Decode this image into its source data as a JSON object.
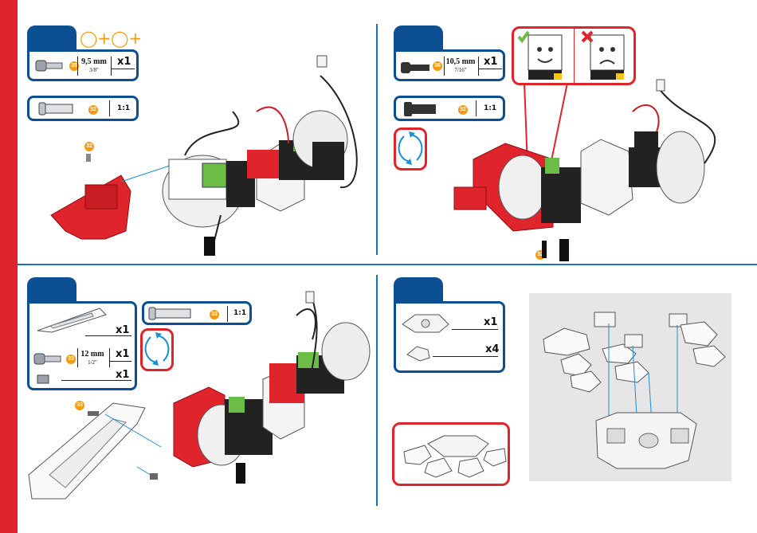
{
  "colors": {
    "brand_red": "#e0242c",
    "brand_blue": "#0d4f93",
    "badge_orange": "#f39c12",
    "part_red": "#e0242c",
    "bracket_green": "#6cbd45"
  },
  "panel1": {
    "header_symbols": "◯+◯+",
    "screw_badge": "35",
    "screw_length": "9,5 mm",
    "screw_length_inch": "3/8\"",
    "screw_qty": "x1",
    "scale_badge": "32",
    "scale_ratio": "1:1",
    "callout_badge": "32"
  },
  "panel2": {
    "screw_badge": "36",
    "screw_length": "10,5 mm",
    "screw_length_inch": "7/16\"",
    "screw_qty": "x1",
    "scale_badge": "32",
    "scale_ratio": "1:1",
    "callout_badge": "32",
    "rotate_icon": "rotate-icon",
    "correct_icon": "check-icon",
    "wrong_icon": "cross-icon"
  },
  "panel3": {
    "scale_badge": "33",
    "scale_ratio": "1:1",
    "arm_qty": "x1",
    "screw_badge": "33",
    "screw_length": "12 mm",
    "screw_length_inch": "1/2\"",
    "screw_qty": "x1",
    "nut_qty": "x1",
    "callout_badge": "33",
    "rotate_icon": "rotate-icon"
  },
  "panel4": {
    "base_qty": "x1",
    "claw_qty": "x4"
  }
}
